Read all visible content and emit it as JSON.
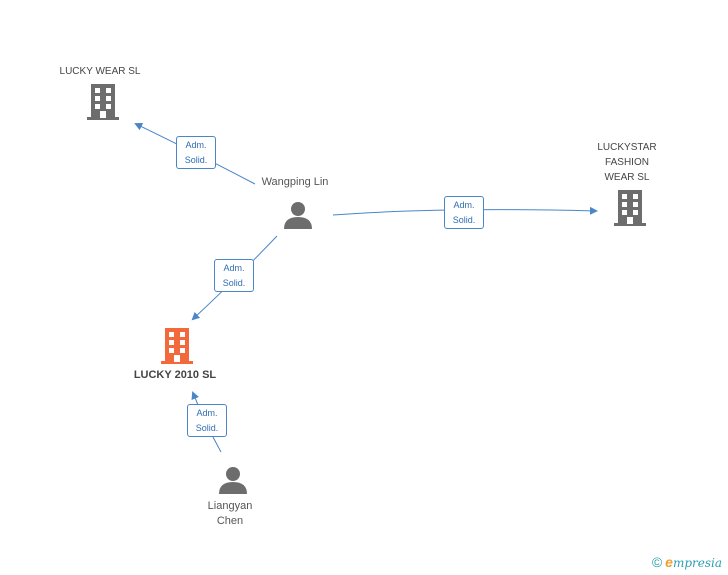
{
  "nodes": {
    "lucky_wear": {
      "label": "LUCKY WEAR SL",
      "type": "company"
    },
    "luckystar": {
      "label_lines": [
        "LUCKYSTAR",
        "FASHION",
        "WEAR SL"
      ],
      "type": "company"
    },
    "lucky_2010": {
      "label": "LUCKY 2010 SL",
      "type": "company",
      "highlighted": true
    },
    "wangping": {
      "label": "Wangping Lin",
      "type": "person"
    },
    "liangyan": {
      "label_lines": [
        "Liangyan",
        "Chen"
      ],
      "type": "person"
    }
  },
  "edges": [
    {
      "from": "wangping",
      "to": "lucky_wear",
      "label_lines": [
        "Adm.",
        "Solid."
      ]
    },
    {
      "from": "wangping",
      "to": "luckystar",
      "label_lines": [
        "Adm.",
        "Solid."
      ]
    },
    {
      "from": "wangping",
      "to": "lucky_2010",
      "label_lines": [
        "Adm.",
        "Solid."
      ]
    },
    {
      "from": "liangyan",
      "to": "lucky_2010",
      "label_lines": [
        "Adm.",
        "Solid."
      ]
    }
  ],
  "colors": {
    "edge": "#4a86c8",
    "company_icon": "#6d6d6d",
    "highlight_icon": "#f26a3c",
    "person_icon": "#6d6d6d"
  },
  "footer": {
    "copyright": "©",
    "brand_initial": "e",
    "brand_rest": "mpresia"
  }
}
